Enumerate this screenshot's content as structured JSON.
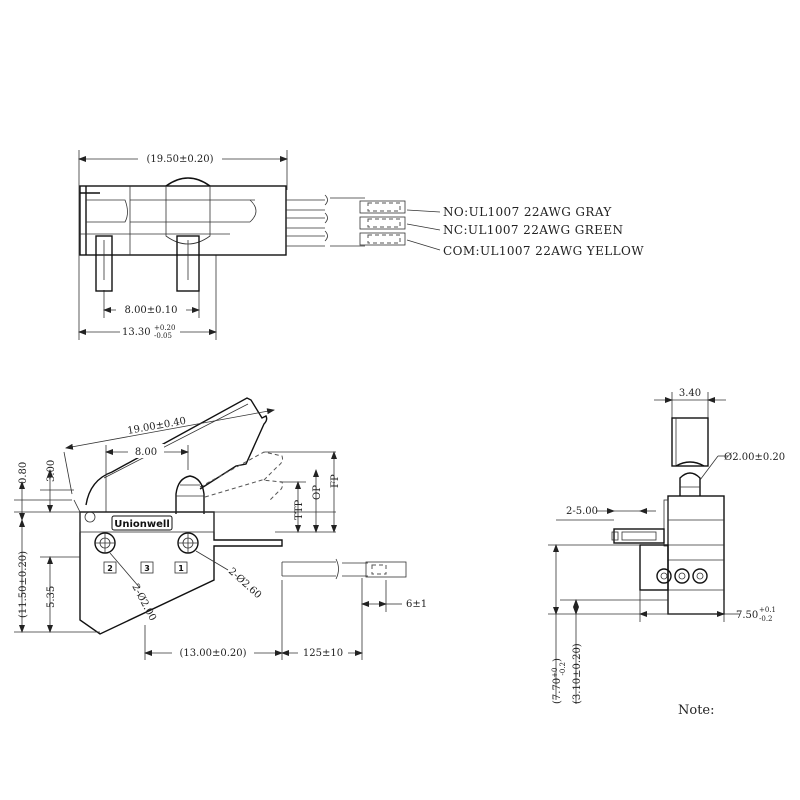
{
  "top_view": {
    "overall_length": "(19.50±0.20)",
    "pin_spacing": "8.00±0.10",
    "body_length_base": "13.30",
    "body_length_upper": "+0.20",
    "body_length_lower": "-0.05"
  },
  "wires": {
    "no": "NO:UL1007 22AWG GRAY",
    "nc": "NC:UL1007 22AWG GREEN",
    "com": "COM:UL1007 22AWG YELLOW"
  },
  "side_view": {
    "lever_length": "19.00±0.40",
    "lever_offset": "8.00",
    "dim_080": "0.80",
    "dim_300": "3.00",
    "ttp": "TTP",
    "op": "OP",
    "fp": "FP",
    "brand": "Unionwell",
    "pin_labels": [
      "2",
      "3",
      "1"
    ],
    "hole_small": "2-Ø2.00",
    "hole_large": "2-Ø2.60",
    "overall_height": "(11.50±0.20)",
    "lower_height": "5.35",
    "body_width": "(13.00±0.20)",
    "wire_length": "125±10",
    "strip_length": "6±1"
  },
  "end_view": {
    "actuator_width": "3.40",
    "plunger_dia": "Ø2.00±0.20",
    "lever_range": "2-5.00",
    "depth_base": "7.50",
    "depth_upper": "+0.1",
    "depth_lower": "-0.2",
    "height_base": "(7.70",
    "height_upper": "+0",
    "height_lower": "-0.2",
    "height_close": ")",
    "base_height": "(3.10±0.20)",
    "note": "Note:"
  }
}
